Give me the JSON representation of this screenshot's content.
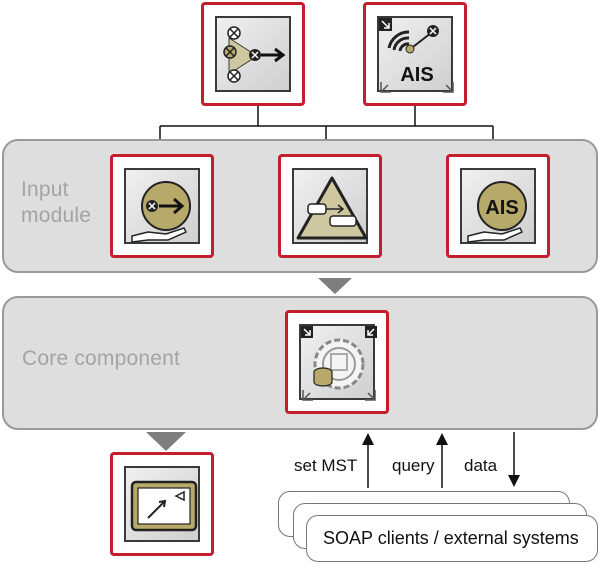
{
  "panels": {
    "input_label_line1": "Input",
    "input_label_line2": "module",
    "core_label": "Core component"
  },
  "icons": {
    "top_left": "workflow-crossbar-icon",
    "top_right": "ais-signal-icon",
    "input_1": "hand-route-icon",
    "input_2": "triangle-transfer-icon",
    "input_3": "hand-ais-icon",
    "core": "core-gear-database-icon",
    "bottom_left": "tablet-display-icon"
  },
  "ais_text": "AIS",
  "arrows": {
    "set_mst": "set MST",
    "query": "query",
    "data": "data"
  },
  "soap": {
    "label": "SOAP clients / external systems"
  },
  "colors": {
    "accent_red": "#c41e2e",
    "panel_gray": "#dedede",
    "icon_gold": "#b7a96a"
  }
}
